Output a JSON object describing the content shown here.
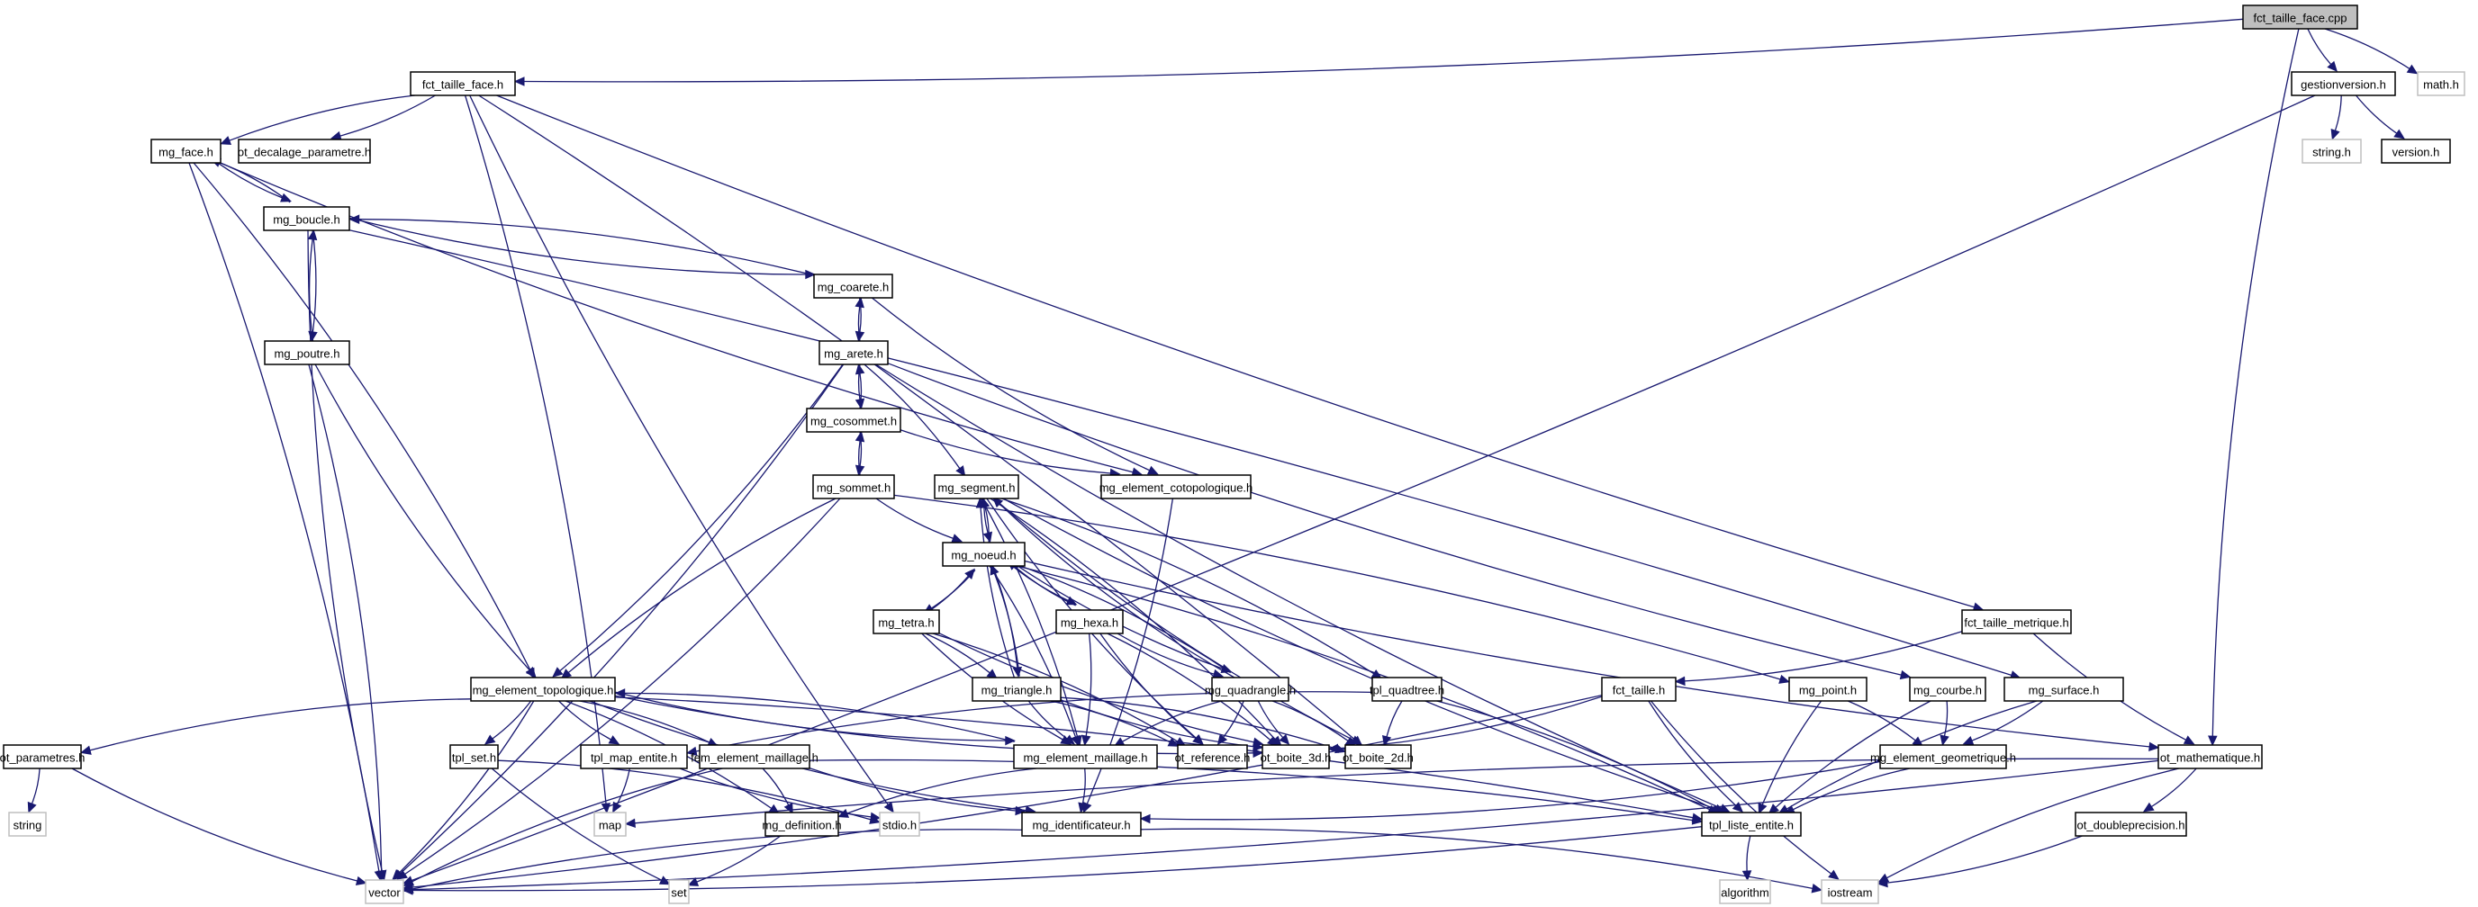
{
  "title": "Include dependency graph for fct_taille_face.cpp",
  "colors": {
    "edge": "#191970",
    "node_border": "#000000",
    "system_node_border": "#bfbfbf",
    "root_fill": "#bfbfbf",
    "background": "#ffffff"
  },
  "nodes": [
    {
      "id": "fct_taille_face_cpp",
      "label": "fct_taille_face.cpp",
      "kind": "root"
    },
    {
      "id": "gestionversion_h",
      "label": "gestionversion.h",
      "kind": "local"
    },
    {
      "id": "math_h",
      "label": "math.h",
      "kind": "system"
    },
    {
      "id": "string_h",
      "label": "string.h",
      "kind": "system"
    },
    {
      "id": "version_h",
      "label": "version.h",
      "kind": "local"
    },
    {
      "id": "fct_taille_face_h",
      "label": "fct_taille_face.h",
      "kind": "local"
    },
    {
      "id": "mg_face_h",
      "label": "mg_face.h",
      "kind": "local"
    },
    {
      "id": "ot_decalage_parametre_h",
      "label": "ot_decalage_parametre.h",
      "kind": "local"
    },
    {
      "id": "mg_boucle_h",
      "label": "mg_boucle.h",
      "kind": "local"
    },
    {
      "id": "mg_poutre_h",
      "label": "mg_poutre.h",
      "kind": "local"
    },
    {
      "id": "mg_coarete_h",
      "label": "mg_coarete.h",
      "kind": "local"
    },
    {
      "id": "mg_arete_h",
      "label": "mg_arete.h",
      "kind": "local"
    },
    {
      "id": "mg_cosommet_h",
      "label": "mg_cosommet.h",
      "kind": "local"
    },
    {
      "id": "mg_sommet_h",
      "label": "mg_sommet.h",
      "kind": "local"
    },
    {
      "id": "mg_segment_h",
      "label": "mg_segment.h",
      "kind": "local"
    },
    {
      "id": "mg_element_cotopologique_h",
      "label": "mg_element_cotopologique.h",
      "kind": "local"
    },
    {
      "id": "mg_noeud_h",
      "label": "mg_noeud.h",
      "kind": "local"
    },
    {
      "id": "mg_tetra_h",
      "label": "mg_tetra.h",
      "kind": "local"
    },
    {
      "id": "mg_hexa_h",
      "label": "mg_hexa.h",
      "kind": "local"
    },
    {
      "id": "fct_taille_metrique_h",
      "label": "fct_taille_metrique.h",
      "kind": "local"
    },
    {
      "id": "mg_element_topologique_h",
      "label": "mg_element_topologique.h",
      "kind": "local"
    },
    {
      "id": "mg_triangle_h",
      "label": "mg_triangle.h",
      "kind": "local"
    },
    {
      "id": "mg_quadrangle_h",
      "label": "mg_quadrangle.h",
      "kind": "local"
    },
    {
      "id": "tpl_quadtree_h",
      "label": "tpl_quadtree.h",
      "kind": "local"
    },
    {
      "id": "fct_taille_h",
      "label": "fct_taille.h",
      "kind": "local"
    },
    {
      "id": "mg_point_h",
      "label": "mg_point.h",
      "kind": "local"
    },
    {
      "id": "mg_courbe_h",
      "label": "mg_courbe.h",
      "kind": "local"
    },
    {
      "id": "mg_surface_h",
      "label": "mg_surface.h",
      "kind": "local"
    },
    {
      "id": "ot_parametres_h",
      "label": "ot_parametres.h",
      "kind": "local"
    },
    {
      "id": "tpl_set_h",
      "label": "tpl_set.h",
      "kind": "local"
    },
    {
      "id": "tpl_map_entite_h",
      "label": "tpl_map_entite.h",
      "kind": "local"
    },
    {
      "id": "fem_element_maillage_h",
      "label": "fem_element_maillage.h",
      "kind": "local"
    },
    {
      "id": "mg_element_maillage_h",
      "label": "mg_element_maillage.h",
      "kind": "local"
    },
    {
      "id": "ot_reference_h",
      "label": "ot_reference.h",
      "kind": "local"
    },
    {
      "id": "ot_boite_3d_h",
      "label": "ot_boite_3d.h",
      "kind": "local"
    },
    {
      "id": "ot_boite_2d_h",
      "label": "ot_boite_2d.h",
      "kind": "local"
    },
    {
      "id": "mg_element_geometrique_h",
      "label": "mg_element_geometrique.h",
      "kind": "local"
    },
    {
      "id": "ot_mathematique_h",
      "label": "ot_mathematique.h",
      "kind": "local"
    },
    {
      "id": "string",
      "label": "string",
      "kind": "system"
    },
    {
      "id": "stdio_h",
      "label": "stdio.h",
      "kind": "system"
    },
    {
      "id": "map",
      "label": "map",
      "kind": "system"
    },
    {
      "id": "mg_definition_h",
      "label": "mg_definition.h",
      "kind": "local"
    },
    {
      "id": "mg_identificateur_h",
      "label": "mg_identificateur.h",
      "kind": "local"
    },
    {
      "id": "tpl_liste_entite_h",
      "label": "tpl_liste_entite.h",
      "kind": "local"
    },
    {
      "id": "ot_doubleprecision_h",
      "label": "ot_doubleprecision.h",
      "kind": "local"
    },
    {
      "id": "vector",
      "label": "vector",
      "kind": "system"
    },
    {
      "id": "set",
      "label": "set",
      "kind": "system"
    },
    {
      "id": "algorithm",
      "label": "algorithm",
      "kind": "system"
    },
    {
      "id": "iostream",
      "label": "iostream",
      "kind": "system"
    }
  ],
  "edges": [
    [
      "fct_taille_face_cpp",
      "fct_taille_face_h"
    ],
    [
      "fct_taille_face_cpp",
      "gestionversion_h"
    ],
    [
      "fct_taille_face_cpp",
      "math_h"
    ],
    [
      "fct_taille_face_cpp",
      "ot_mathematique_h"
    ],
    [
      "gestionversion_h",
      "string_h"
    ],
    [
      "gestionversion_h",
      "version_h"
    ],
    [
      "gestionversion_h",
      "vector"
    ],
    [
      "fct_taille_face_h",
      "mg_face_h"
    ],
    [
      "fct_taille_face_h",
      "ot_decalage_parametre_h"
    ],
    [
      "fct_taille_face_h",
      "fct_taille_metrique_h"
    ],
    [
      "fct_taille_face_h",
      "map"
    ],
    [
      "fct_taille_face_h",
      "stdio_h"
    ],
    [
      "fct_taille_face_h",
      "ot_boite_2d_h"
    ],
    [
      "mg_face_h",
      "mg_boucle_h"
    ],
    [
      "mg_face_h",
      "mg_element_topologique_h"
    ],
    [
      "mg_face_h",
      "mg_element_cotopologique_h"
    ],
    [
      "mg_face_h",
      "vector"
    ],
    [
      "mg_boucle_h",
      "mg_face_h"
    ],
    [
      "mg_boucle_h",
      "mg_poutre_h"
    ],
    [
      "mg_boucle_h",
      "mg_coarete_h"
    ],
    [
      "mg_boucle_h",
      "mg_surface_h"
    ],
    [
      "mg_boucle_h",
      "vector"
    ],
    [
      "mg_poutre_h",
      "mg_boucle_h"
    ],
    [
      "mg_poutre_h",
      "mg_element_topologique_h"
    ],
    [
      "mg_poutre_h",
      "vector"
    ],
    [
      "mg_coarete_h",
      "mg_boucle_h"
    ],
    [
      "mg_coarete_h",
      "mg_arete_h"
    ],
    [
      "mg_coarete_h",
      "mg_element_cotopologique_h"
    ],
    [
      "mg_arete_h",
      "mg_coarete_h"
    ],
    [
      "mg_arete_h",
      "mg_cosommet_h"
    ],
    [
      "mg_arete_h",
      "mg_segment_h"
    ],
    [
      "mg_arete_h",
      "mg_courbe_h"
    ],
    [
      "mg_arete_h",
      "mg_element_topologique_h"
    ],
    [
      "mg_arete_h",
      "tpl_liste_entite_h"
    ],
    [
      "mg_arete_h",
      "vector"
    ],
    [
      "mg_cosommet_h",
      "mg_arete_h"
    ],
    [
      "mg_cosommet_h",
      "mg_sommet_h"
    ],
    [
      "mg_cosommet_h",
      "mg_element_cotopologique_h"
    ],
    [
      "mg_sommet_h",
      "mg_cosommet_h"
    ],
    [
      "mg_sommet_h",
      "mg_noeud_h"
    ],
    [
      "mg_sommet_h",
      "mg_point_h"
    ],
    [
      "mg_sommet_h",
      "mg_element_topologique_h"
    ],
    [
      "mg_sommet_h",
      "vector"
    ],
    [
      "mg_segment_h",
      "mg_noeud_h"
    ],
    [
      "mg_segment_h",
      "mg_element_maillage_h"
    ],
    [
      "mg_segment_h",
      "ot_reference_h"
    ],
    [
      "mg_segment_h",
      "ot_boite_3d_h"
    ],
    [
      "mg_segment_h",
      "ot_boite_2d_h"
    ],
    [
      "mg_segment_h",
      "tpl_quadtree_h"
    ],
    [
      "mg_segment_h",
      "tpl_liste_entite_h"
    ],
    [
      "mg_element_cotopologique_h",
      "mg_identificateur_h"
    ],
    [
      "mg_noeud_h",
      "mg_segment_h"
    ],
    [
      "mg_noeud_h",
      "mg_tetra_h"
    ],
    [
      "mg_noeud_h",
      "mg_hexa_h"
    ],
    [
      "mg_noeud_h",
      "mg_triangle_h"
    ],
    [
      "mg_noeud_h",
      "mg_quadrangle_h"
    ],
    [
      "mg_noeud_h",
      "mg_element_maillage_h"
    ],
    [
      "mg_noeud_h",
      "ot_mathematique_h"
    ],
    [
      "mg_noeud_h",
      "tpl_liste_entite_h"
    ],
    [
      "mg_tetra_h",
      "mg_noeud_h"
    ],
    [
      "mg_tetra_h",
      "mg_triangle_h"
    ],
    [
      "mg_tetra_h",
      "mg_element_maillage_h"
    ],
    [
      "mg_tetra_h",
      "ot_reference_h"
    ],
    [
      "mg_tetra_h",
      "ot_boite_3d_h"
    ],
    [
      "mg_hexa_h",
      "mg_noeud_h"
    ],
    [
      "mg_hexa_h",
      "mg_quadrangle_h"
    ],
    [
      "mg_hexa_h",
      "mg_element_maillage_h"
    ],
    [
      "mg_hexa_h",
      "ot_reference_h"
    ],
    [
      "mg_hexa_h",
      "ot_boite_3d_h"
    ],
    [
      "mg_triangle_h",
      "mg_noeud_h"
    ],
    [
      "mg_triangle_h",
      "mg_segment_h"
    ],
    [
      "mg_triangle_h",
      "mg_element_maillage_h"
    ],
    [
      "mg_triangle_h",
      "ot_reference_h"
    ],
    [
      "mg_triangle_h",
      "ot_boite_3d_h"
    ],
    [
      "mg_triangle_h",
      "ot_boite_2d_h"
    ],
    [
      "mg_quadrangle_h",
      "mg_noeud_h"
    ],
    [
      "mg_quadrangle_h",
      "mg_segment_h"
    ],
    [
      "mg_quadrangle_h",
      "mg_element_maillage_h"
    ],
    [
      "mg_quadrangle_h",
      "ot_reference_h"
    ],
    [
      "mg_quadrangle_h",
      "ot_boite_3d_h"
    ],
    [
      "mg_quadrangle_h",
      "ot_boite_2d_h"
    ],
    [
      "tpl_quadtree_h",
      "ot_boite_2d_h"
    ],
    [
      "tpl_quadtree_h",
      "tpl_liste_entite_h"
    ],
    [
      "tpl_quadtree_h",
      "tpl_map_entite_h"
    ],
    [
      "fct_taille_metrique_h",
      "fct_taille_h"
    ],
    [
      "fct_taille_metrique_h",
      "ot_mathematique_h"
    ],
    [
      "fct_taille_h",
      "ot_boite_3d_h"
    ],
    [
      "fct_taille_h",
      "tpl_liste_entite_h"
    ],
    [
      "fct_taille_h",
      "vector"
    ],
    [
      "fct_taille_h",
      "iostream"
    ],
    [
      "mg_point_h",
      "mg_element_geometrique_h"
    ],
    [
      "mg_point_h",
      "tpl_liste_entite_h"
    ],
    [
      "mg_courbe_h",
      "mg_element_geometrique_h"
    ],
    [
      "mg_courbe_h",
      "tpl_liste_entite_h"
    ],
    [
      "mg_surface_h",
      "mg_element_geometrique_h"
    ],
    [
      "mg_surface_h",
      "tpl_liste_entite_h"
    ],
    [
      "mg_element_geometrique_h",
      "mg_identificateur_h"
    ],
    [
      "mg_element_geometrique_h",
      "tpl_liste_entite_h"
    ],
    [
      "ot_mathematique_h",
      "ot_doubleprecision_h"
    ],
    [
      "ot_mathematique_h",
      "iostream"
    ],
    [
      "ot_mathematique_h",
      "vector"
    ],
    [
      "ot_mathematique_h",
      "map"
    ],
    [
      "ot_doubleprecision_h",
      "iostream"
    ],
    [
      "mg_element_topologique_h",
      "ot_parametres_h"
    ],
    [
      "mg_element_topologique_h",
      "tpl_set_h"
    ],
    [
      "mg_element_topologique_h",
      "tpl_map_entite_h"
    ],
    [
      "mg_element_topologique_h",
      "fem_element_maillage_h"
    ],
    [
      "mg_element_topologique_h",
      "mg_element_maillage_h"
    ],
    [
      "mg_element_topologique_h",
      "mg_definition_h"
    ],
    [
      "mg_element_topologique_h",
      "mg_identificateur_h"
    ],
    [
      "mg_element_topologique_h",
      "tpl_liste_entite_h"
    ],
    [
      "mg_element_topologique_h",
      "ot_boite_3d_h"
    ],
    [
      "mg_element_topologique_h",
      "vector"
    ],
    [
      "mg_element_maillage_h",
      "mg_element_topologique_h"
    ],
    [
      "mg_element_maillage_h",
      "mg_identificateur_h"
    ],
    [
      "mg_element_maillage_h",
      "mg_definition_h"
    ],
    [
      "fem_element_maillage_h",
      "mg_definition_h"
    ],
    [
      "fem_element_maillage_h",
      "mg_identificateur_h"
    ],
    [
      "fem_element_maillage_h",
      "tpl_liste_entite_h"
    ],
    [
      "fem_element_maillage_h",
      "vector"
    ],
    [
      "ot_parametres_h",
      "string"
    ],
    [
      "ot_parametres_h",
      "vector"
    ],
    [
      "tpl_set_h",
      "stdio_h"
    ],
    [
      "tpl_set_h",
      "set"
    ],
    [
      "tpl_map_entite_h",
      "map"
    ],
    [
      "tpl_map_entite_h",
      "stdio_h"
    ],
    [
      "mg_definition_h",
      "set"
    ],
    [
      "mg_identificateur_h",
      "vector"
    ],
    [
      "mg_identificateur_h",
      "iostream"
    ],
    [
      "tpl_liste_entite_h",
      "algorithm"
    ],
    [
      "tpl_liste_entite_h",
      "vector"
    ]
  ]
}
